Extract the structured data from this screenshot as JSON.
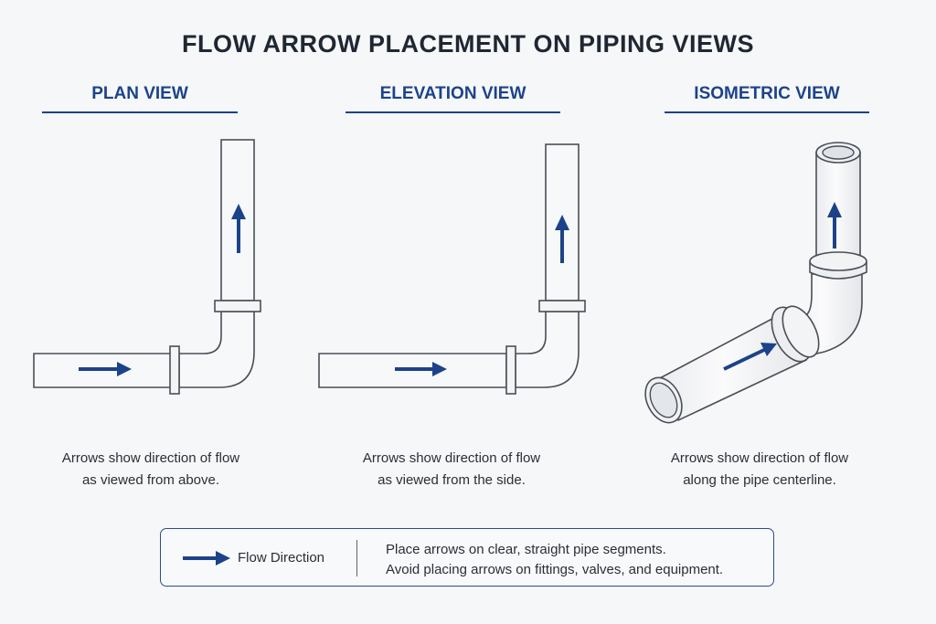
{
  "title": "FLOW ARROW PLACEMENT ON PIPING VIEWS",
  "views": [
    {
      "heading": "PLAN VIEW",
      "caption": [
        "Arrows show direction of flow",
        "as viewed from above."
      ]
    },
    {
      "heading": "ELEVATION VIEW",
      "caption": [
        "Arrows show direction of flow",
        "as viewed from the side."
      ]
    },
    {
      "heading": "ISOMETRIC VIEW",
      "caption": [
        "Arrows show direction of flow",
        "along the pipe centerline."
      ]
    }
  ],
  "legend": {
    "label": "Flow Direction",
    "notes": [
      "Place arrows on clear, straight pipe segments.",
      "Avoid placing arrows on fittings, valves, and equipment."
    ]
  },
  "colors": {
    "accent": "#1c4389",
    "pipe_outline": "#4a4f57",
    "background": "#f6f7f9"
  }
}
